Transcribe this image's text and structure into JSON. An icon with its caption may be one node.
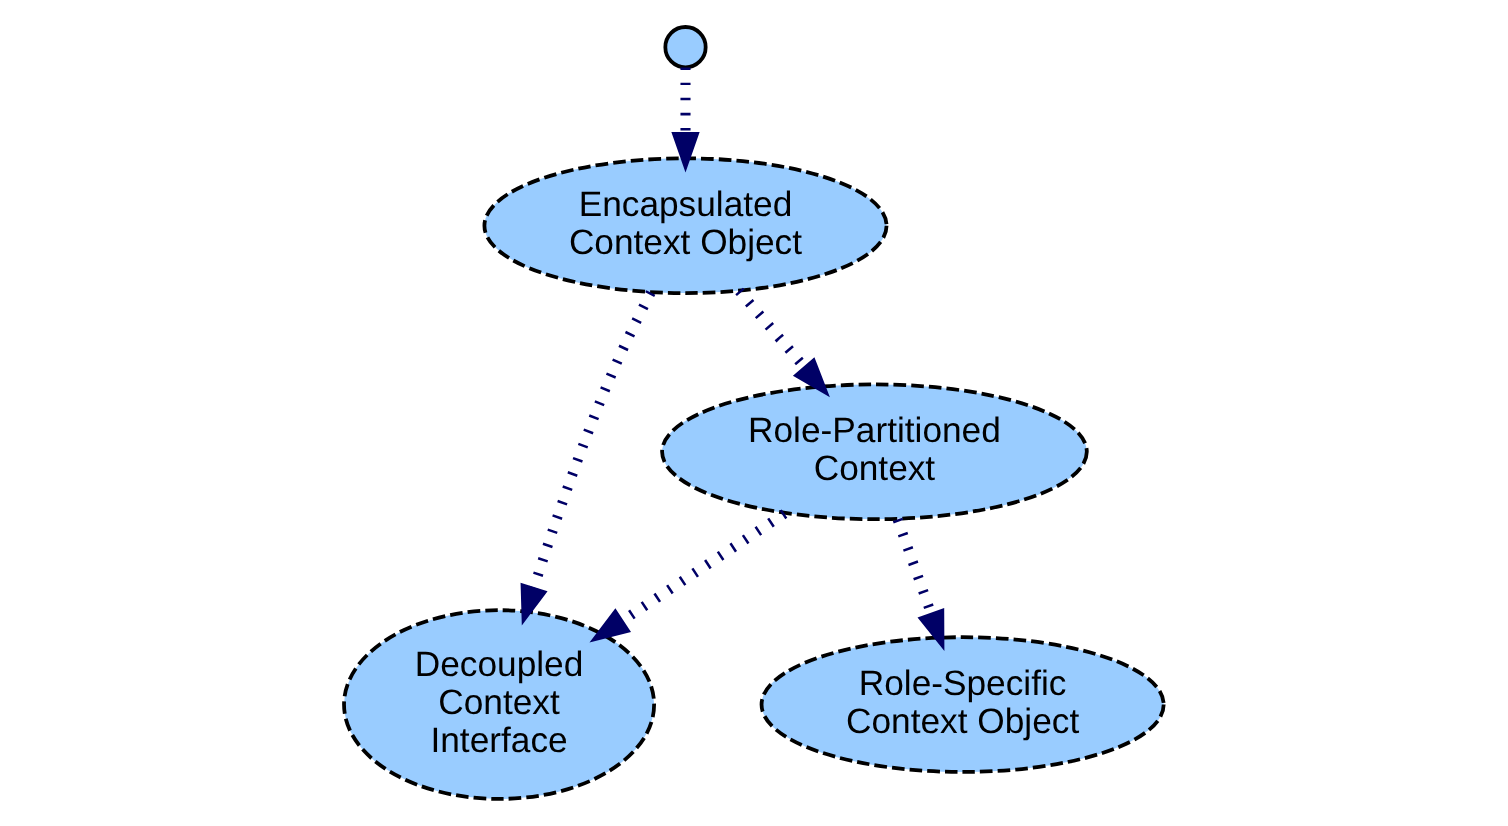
{
  "diagram": {
    "nodes": [
      {
        "text": [],
        "shape": "circle"
      },
      {
        "text": [
          "Encapsulated Context Object"
        ]
      },
      {
        "text": [
          "Role-Partitioned Context"
        ]
      },
      {
        "text": [
          "Decoupled Context Interface"
        ]
      },
      {
        "text": [
          "Role-Specific Context Object"
        ]
      }
    ],
    "edges": [
      {
        "from": 0,
        "to": 1,
        "arrow": "to"
      },
      {
        "from": 1,
        "to": 2,
        "arrow": "to"
      },
      {
        "from": 1,
        "to": 3,
        "arrow": "to"
      },
      {
        "from": 2,
        "to": 3,
        "arrow": "to"
      },
      {
        "from": 2,
        "to": 4,
        "arrow": "to"
      }
    ]
  }
}
